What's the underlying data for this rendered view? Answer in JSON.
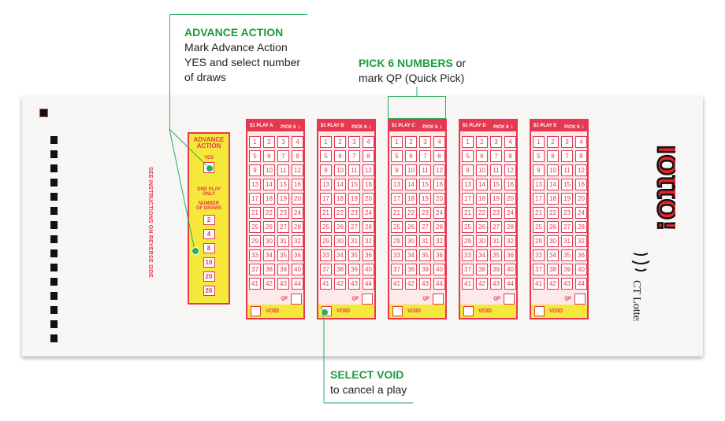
{
  "callouts": {
    "advance": {
      "title": "ADVANCE ACTION",
      "line1": "Mark Advance Action",
      "line2": "YES and select number",
      "line3": "of draws"
    },
    "pick6": {
      "title": "PICK 6 NUMBERS",
      "suffix": " or",
      "line2": "mark QP (Quick Pick)"
    },
    "void": {
      "title": "SELECT VOID",
      "line2": "to cancel a play"
    }
  },
  "slip": {
    "side_text": "SEE INSTRUCTIONS ON REVERSE SIDE",
    "advance_action": {
      "title_line1": "ADVANCE",
      "title_line2": "ACTION",
      "yes": "YES",
      "one_play_line1": "ONE PLAY",
      "one_play_line2": "ONLY",
      "draws_line1": "NUMBER",
      "draws_line2": "OF DRAWS",
      "draws": [
        "2",
        "4",
        "8",
        "10",
        "20",
        "26"
      ]
    },
    "panels": [
      {
        "play": "$1 PLAY A",
        "pick": "PICK 6"
      },
      {
        "play": "$1 PLAY B",
        "pick": "PICK 6"
      },
      {
        "play": "$1 PLAY C",
        "pick": "PICK 6"
      },
      {
        "play": "$1 PLAY D",
        "pick": "PICK 6"
      },
      {
        "play": "$1 PLAY E",
        "pick": "PICK 6"
      }
    ],
    "numbers": [
      "1",
      "2",
      "3",
      "4",
      "5",
      "6",
      "7",
      "8",
      "9",
      "10",
      "11",
      "12",
      "13",
      "14",
      "15",
      "16",
      "17",
      "18",
      "19",
      "20",
      "21",
      "22",
      "23",
      "24",
      "25",
      "26",
      "27",
      "28",
      "29",
      "30",
      "31",
      "32",
      "33",
      "34",
      "35",
      "36",
      "37",
      "38",
      "39",
      "40",
      "41",
      "42",
      "43",
      "44"
    ],
    "qp_label": "QP",
    "void_label": "VOID",
    "logo_text": "lotto!",
    "ct_lottery": "CT Lottery",
    "colors": {
      "red": "#e63950",
      "yellow": "#f5e83a",
      "green": "#27ae60",
      "panel_bg": "#fde8ea"
    }
  }
}
